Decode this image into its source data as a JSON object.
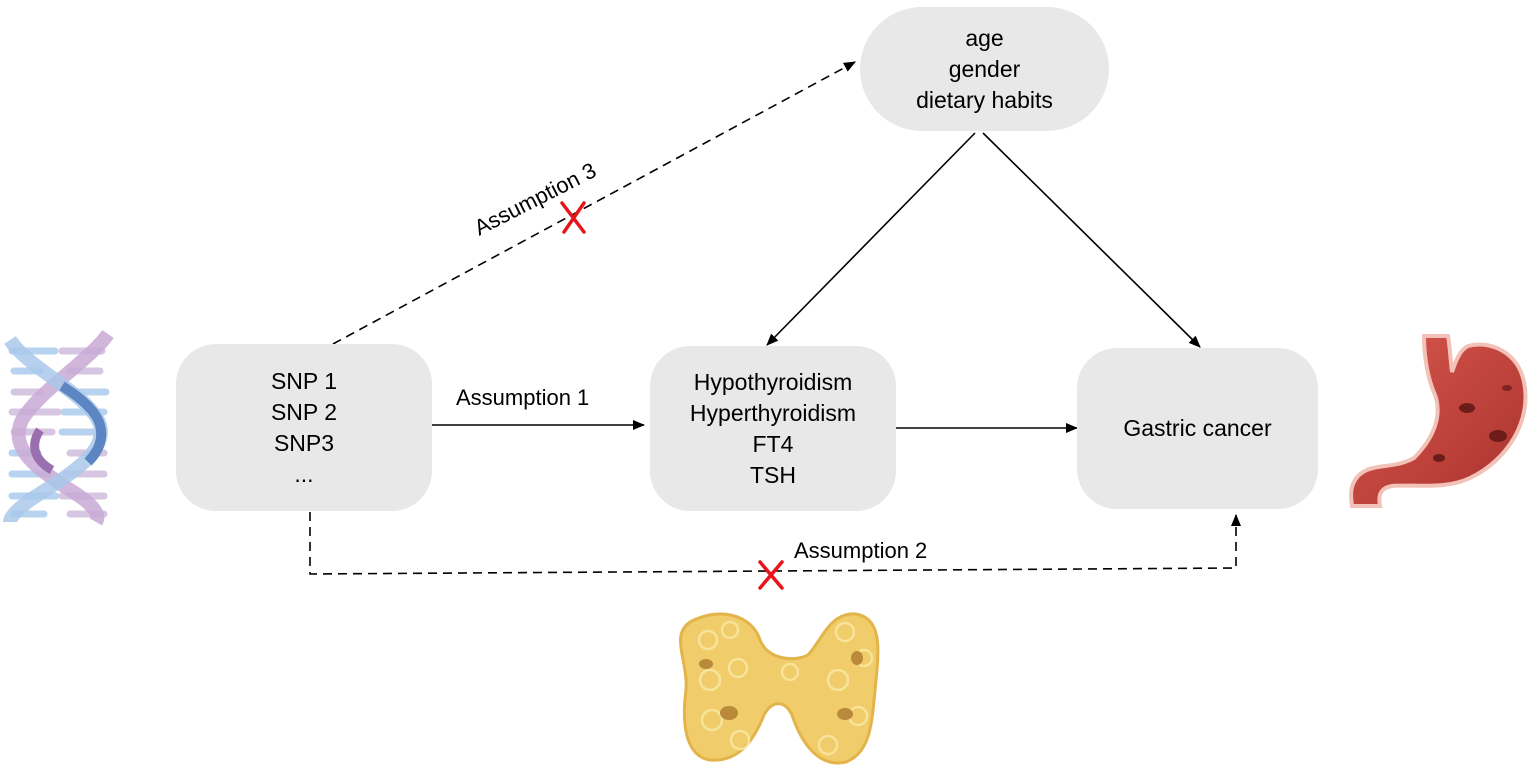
{
  "nodes": {
    "confounders": {
      "lines": [
        "age",
        "gender",
        "dietary habits"
      ]
    },
    "instruments": {
      "lines": [
        "SNP 1",
        "SNP 2",
        "SNP3",
        "..."
      ]
    },
    "exposures": {
      "lines": [
        "Hypothyroidism",
        "Hyperthyroidism",
        "FT4",
        "TSH"
      ]
    },
    "outcome": {
      "label": "Gastric cancer"
    }
  },
  "edges": {
    "assumption1": "Assumption 1",
    "assumption2": "Assumption 2",
    "assumption3": "Assumption 3"
  },
  "icons": [
    "dna-icon",
    "stomach-icon",
    "thyroid-icon",
    "cross-mark-icon"
  ],
  "colors": {
    "box_fill": "#e8e8e8",
    "cross": "#e8141b",
    "arrow": "#000000"
  }
}
